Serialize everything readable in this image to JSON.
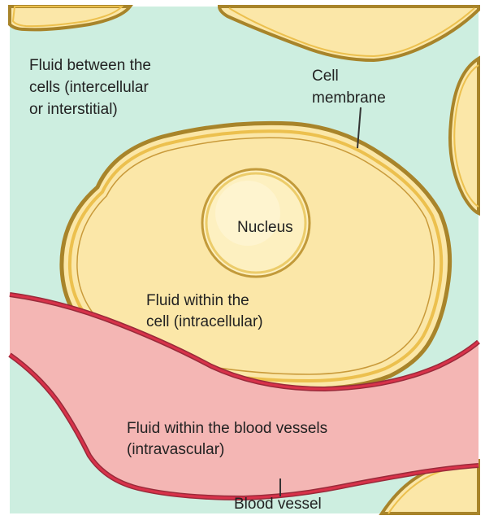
{
  "labels": {
    "interstitial": [
      "Fluid between the",
      "cells (intercellular",
      "or interstitial)"
    ],
    "membrane": [
      "Cell",
      "membrane"
    ],
    "nucleus": "Nucleus",
    "intracellular": [
      "Fluid within the",
      "cell (intracellular)"
    ],
    "intravascular": [
      "Fluid within the blood vessels",
      "(intravascular)"
    ],
    "vessel": "Blood vessel"
  },
  "colors": {
    "interstitial_fluid": "#cdeee0",
    "cell_fill": "#fbe7a8",
    "membrane_outer": "#a8842a",
    "membrane_inner": "#ecc04e",
    "nucleus_fill": "#fdf0c0",
    "vessel_fill": "#f4b6b4",
    "vessel_wall": "#d8324a",
    "vessel_wall_dark": "#9a2a3a",
    "text": "#222222"
  }
}
